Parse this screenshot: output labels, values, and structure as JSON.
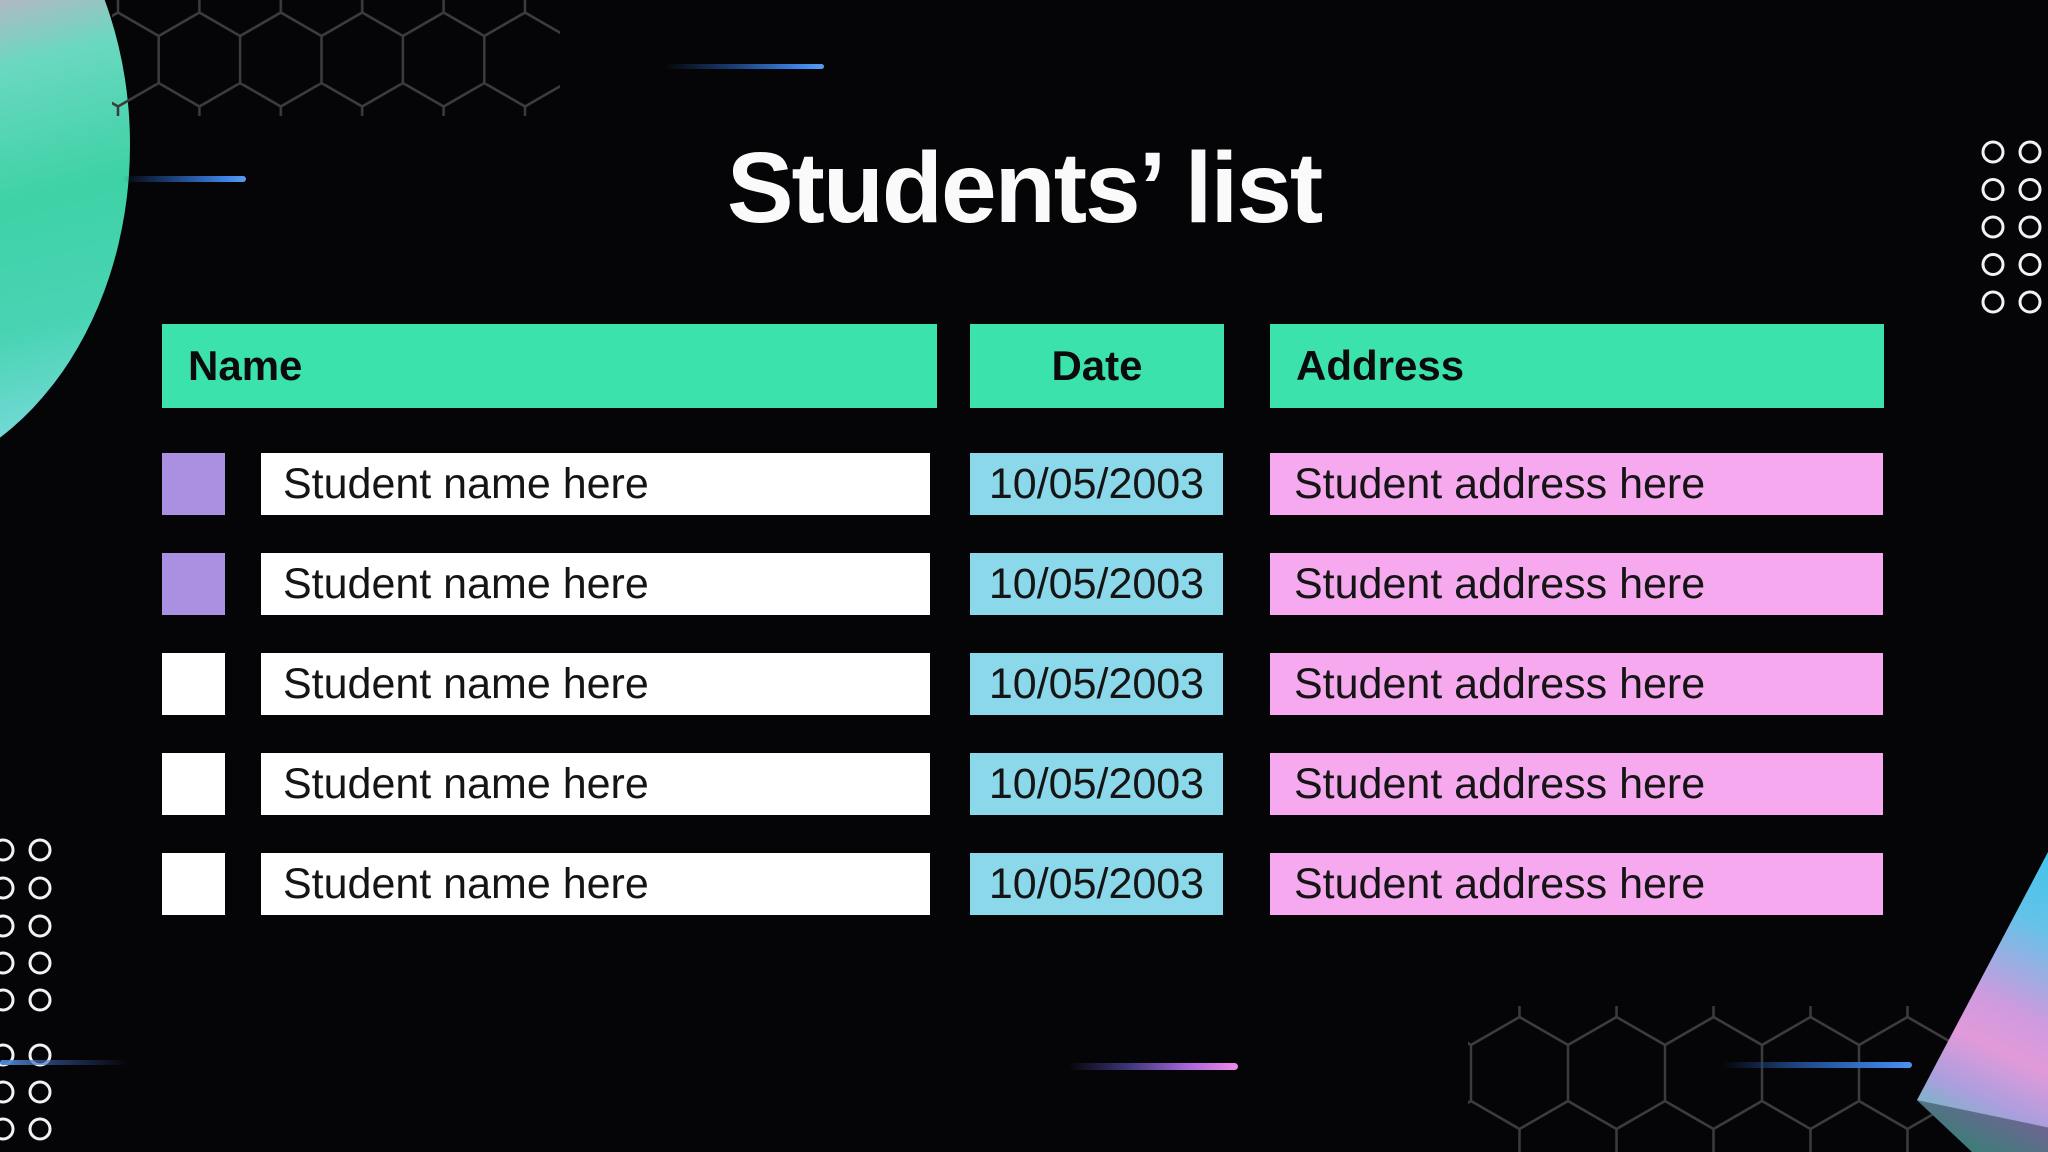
{
  "title": "Students’ list",
  "table": {
    "columns": [
      {
        "label": "Name"
      },
      {
        "label": "Date"
      },
      {
        "label": "Address"
      }
    ],
    "rows": [
      {
        "marker_color": "#ab90e2",
        "name": "Student name here",
        "date": "10/05/2003",
        "address": "Student address here"
      },
      {
        "marker_color": "#ab90e2",
        "name": "Student name here",
        "date": "10/05/2003",
        "address": "Student address here"
      },
      {
        "marker_color": "#ffffff",
        "name": "Student name here",
        "date": "10/05/2003",
        "address": "Student address here"
      },
      {
        "marker_color": "#ffffff",
        "name": "Student name here",
        "date": "10/05/2003",
        "address": "Student address here"
      },
      {
        "marker_color": "#ffffff",
        "name": "Student name here",
        "date": "10/05/2003",
        "address": "Student address here"
      }
    ]
  },
  "colors": {
    "header_bg": "#3ce2ac",
    "name_bg": "#ffffff",
    "date_bg": "#8bd8ea",
    "address_bg": "#f6a9ef",
    "marker_purple": "#ab90e2",
    "marker_white": "#ffffff",
    "accent_blue": "#4a90e8",
    "accent_pink": "#ee8ae8",
    "title_color": "#ffffff",
    "text_dark": "#151515"
  }
}
